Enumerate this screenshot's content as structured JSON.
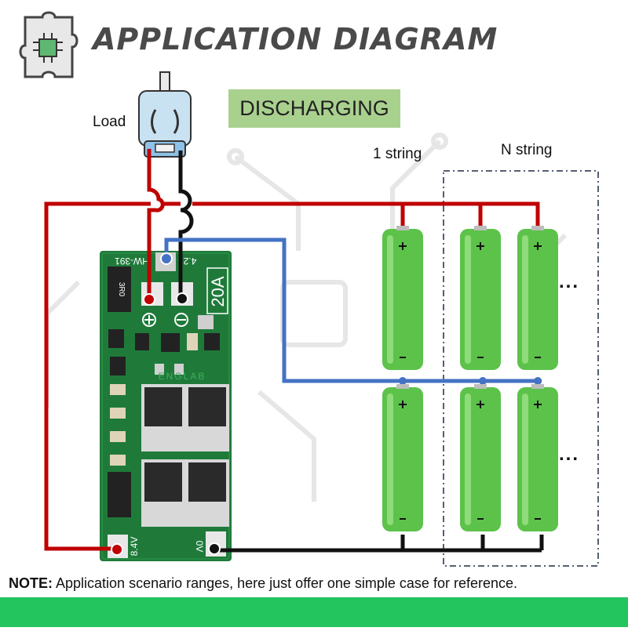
{
  "header": {
    "title": "APPLICATION DIAGRAM"
  },
  "mode_badge": "DISCHARGING",
  "labels": {
    "load": "Load",
    "one_string": "1 string",
    "n_string": "N string",
    "ellipsis": "..."
  },
  "board": {
    "model": "HW-391",
    "rating": "20A",
    "voltage_top": "4.2",
    "voltage_positive": "8.4V",
    "voltage_ground": "0V",
    "brand": "ENGLAB",
    "resistor_code": "3R0"
  },
  "note": {
    "prefix": "NOTE:",
    "text": " Application scenario ranges, here just offer one simple case for reference."
  },
  "colors": {
    "positive_wire": "#c00000",
    "mid_wire": "#4472c4",
    "ground_wire": "#111111",
    "pcb": "#1f7a3a",
    "battery": "#5cc24a",
    "badge": "#a9d18e",
    "footer": "#22c55e"
  }
}
